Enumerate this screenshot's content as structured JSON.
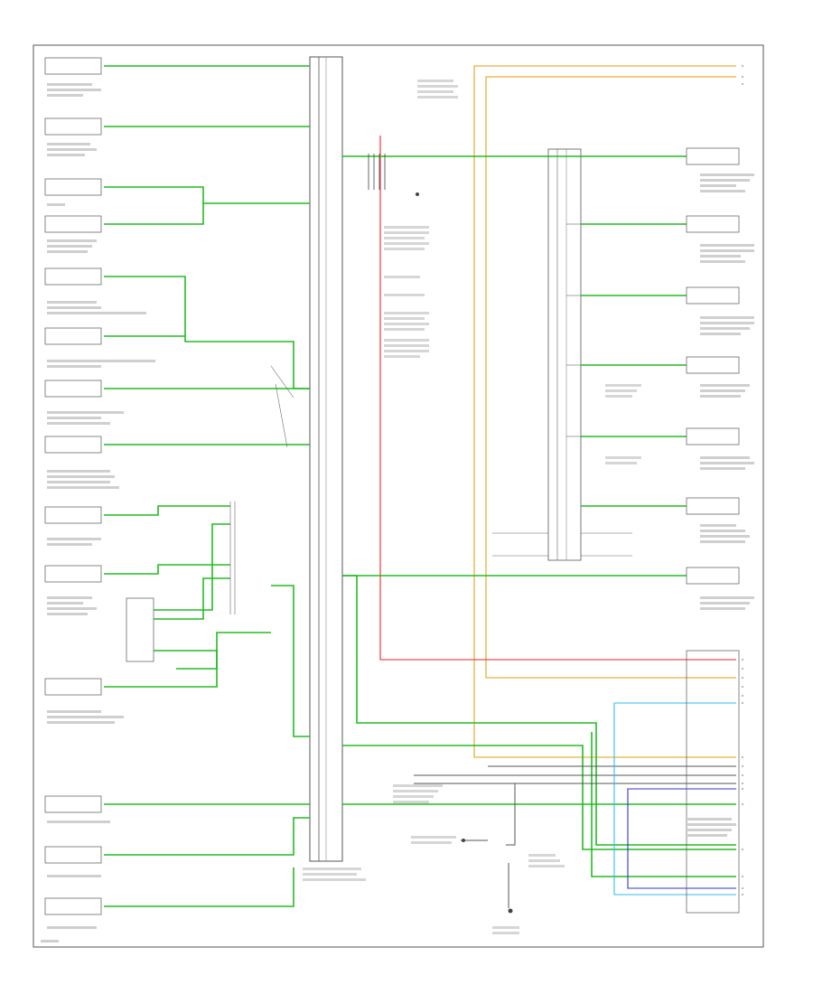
{
  "figure": {
    "footer_code": "",
    "wire_colors": {
      "green": "#22bb22",
      "red": "#ee2222",
      "tan": "#e6b13c",
      "light_blue": "#33bbee",
      "blue": "#3333cc",
      "dark_gray": "#555555",
      "frame": "#444444"
    }
  },
  "left_modules": [
    {
      "id": "m1",
      "label": ""
    },
    {
      "id": "m2",
      "label": ""
    },
    {
      "id": "m3",
      "label": ""
    },
    {
      "id": "m4",
      "label": ""
    },
    {
      "id": "m5",
      "label": ""
    },
    {
      "id": "m6",
      "label": ""
    },
    {
      "id": "m7",
      "label": ""
    },
    {
      "id": "m8",
      "label": ""
    },
    {
      "id": "m9",
      "label": ""
    },
    {
      "id": "m10",
      "label": ""
    },
    {
      "id": "m11",
      "label": ""
    },
    {
      "id": "m12",
      "label": ""
    },
    {
      "id": "m13",
      "label": ""
    },
    {
      "id": "m14",
      "label": ""
    }
  ],
  "right_modules": [
    {
      "id": "r1",
      "label": ""
    },
    {
      "id": "r2",
      "label": ""
    },
    {
      "id": "r3",
      "label": ""
    },
    {
      "id": "r4",
      "label": ""
    },
    {
      "id": "r5",
      "label": ""
    },
    {
      "id": "r6",
      "label": ""
    },
    {
      "id": "r7",
      "label": ""
    },
    {
      "id": "r8",
      "label": ""
    }
  ],
  "connector_block": {
    "label": ""
  },
  "red_note_lines": [
    "",
    "",
    "",
    "",
    ""
  ]
}
